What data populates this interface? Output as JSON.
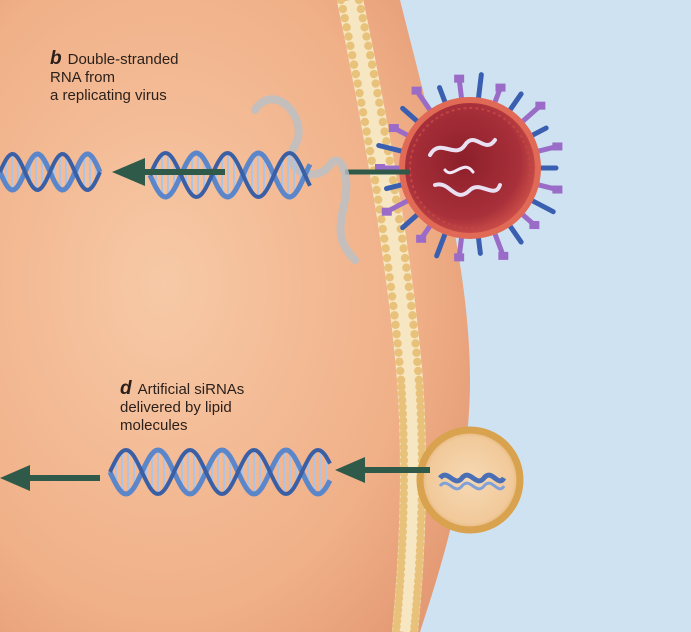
{
  "annotations": [
    {
      "letter": "b",
      "text": "Double-stranded\nRNA from\na replicating virus"
    },
    {
      "letter": "d",
      "text": "Artificial siRNAs\ndelivered by lipid\nmolecules"
    }
  ],
  "colors": {
    "cytoplasm": "#f2b894",
    "extracellular": "#cfe2f1",
    "membrane_bead": "#e8c27a",
    "arrow": "#2f5a4a",
    "rna_blue": "#5b86c9",
    "virus_body": "#c84a4a",
    "virus_spike_blue": "#3b5fb0",
    "virus_spike_purple": "#9b6bc8",
    "liposome": "#e0b46a"
  },
  "icons": [
    "rna-helix-icon",
    "virus-icon",
    "liposome-icon",
    "arrow-left-icon"
  ]
}
